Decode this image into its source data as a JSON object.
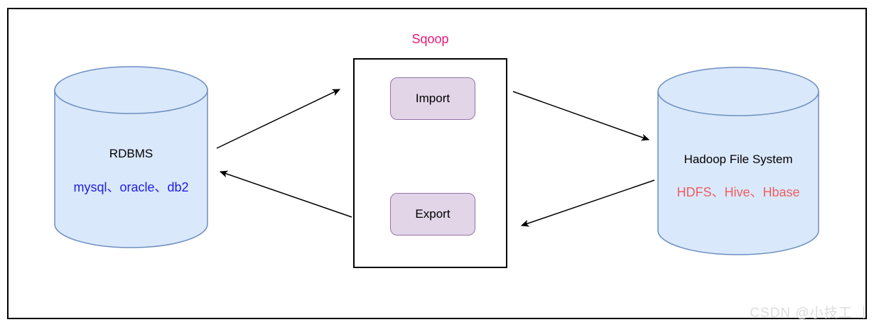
{
  "diagram": {
    "watermark": "CSDN @小技工 丨",
    "type": "architecture-flow-diagram"
  },
  "nodes": {
    "rdbms": {
      "shape": "database-cylinder",
      "label": "RDBMS",
      "sublabel": "mysql、oracle、db2"
    },
    "sqoop": {
      "shape": "rectangle",
      "title": "Sqoop",
      "import_label": "Import",
      "export_label": "Export"
    },
    "hadoop": {
      "shape": "database-cylinder",
      "label": "Hadoop File System",
      "sublabel": "HDFS、Hive、Hbase"
    }
  },
  "edges": [
    {
      "from": "RDBMS",
      "to": "Sqoop Import",
      "direction": "right-up"
    },
    {
      "from": "Sqoop Import",
      "to": "Hadoop File System",
      "direction": "right-down"
    },
    {
      "from": "Hadoop File System",
      "to": "Sqoop Export",
      "direction": "left-down"
    },
    {
      "from": "Sqoop Export",
      "to": "RDBMS",
      "direction": "left-up"
    }
  ],
  "colors": {
    "cylinder_fill": "#dae8fc",
    "cylinder_stroke": "#6c8ebf",
    "button_fill": "#e1d5e7",
    "button_stroke": "#9673a6",
    "sqoop_title_pink": "#ea1a77",
    "rdbms_sublabel_blue": "#2020e0",
    "hadoop_sublabel_red": "#ee5f5f",
    "arrow_color": "#000000",
    "frame_border": "#000000",
    "watermark_gray": "#dcdcdc"
  }
}
